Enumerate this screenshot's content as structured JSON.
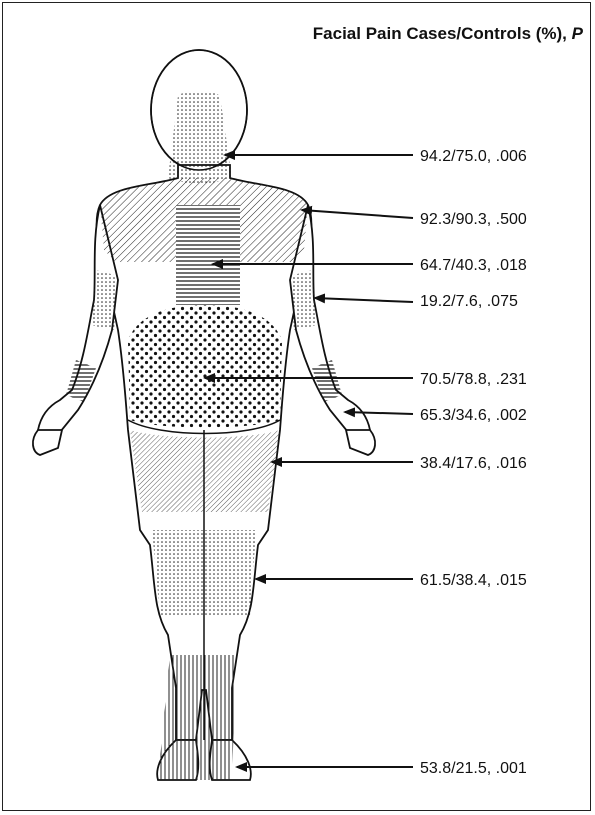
{
  "header": {
    "title": "Facial Pain Cases/Controls (%),",
    "title_p": "P"
  },
  "regions": [
    {
      "id": "neck",
      "value": "94.2/75.0, .006"
    },
    {
      "id": "shoulder",
      "value": "92.3/90.3, .500"
    },
    {
      "id": "mid-back",
      "value": "64.7/40.3, .018"
    },
    {
      "id": "elbow",
      "value": "19.2/7.6, .075"
    },
    {
      "id": "lower-back",
      "value": "70.5/78.8, .231"
    },
    {
      "id": "hand",
      "value": "65.3/34.6, .002"
    },
    {
      "id": "thigh",
      "value": "38.4/17.6, .016"
    },
    {
      "id": "knee",
      "value": "61.5/38.4, .015"
    },
    {
      "id": "ankle",
      "value": "53.8/21.5, .001"
    }
  ]
}
